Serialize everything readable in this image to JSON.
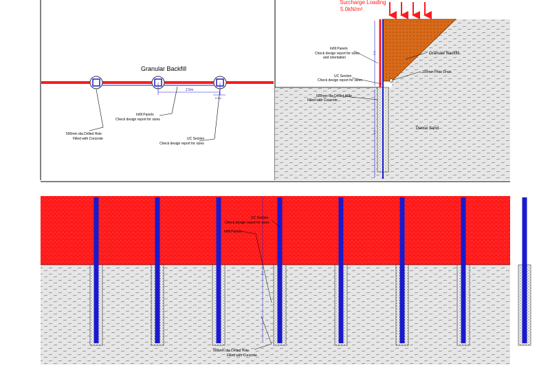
{
  "plan_view": {
    "title": "Granular Backfill",
    "spacing_dim": "2.5m",
    "dim_small": "0.5m",
    "labels": {
      "drilled_hole": [
        "500mm dia Drilled Hole",
        "Filled with Concrete"
      ],
      "infill": [
        "Infill Panels",
        "Check design report for sizes"
      ],
      "uc": [
        "UC Section",
        "Check design report for sizes"
      ]
    }
  },
  "section_view": {
    "surcharge": [
      "Surcharge Loading",
      "5.0kN/m²"
    ],
    "infill": [
      "Infill Panels",
      "Check design report for sizes",
      "and orientation"
    ],
    "uc": [
      "UC Section",
      "Check design report for sizes"
    ],
    "hole": [
      "500mm dia Drilled Hole",
      "Filled with Concrete"
    ],
    "granular_backfill": "Granular Backfill",
    "filter_drain": "100mm Filter Drain",
    "dense_sand": "Dense Sand",
    "height_dim": "2.0",
    "embed_dim": "2.0"
  },
  "elevation_view": {
    "uc": [
      "UC Section",
      "Check design report for sizes"
    ],
    "infill": "Infill Panels",
    "hole": [
      "500mm dia Drilled Hole",
      "Filled with Concrete"
    ],
    "height_dim": "2.0",
    "post_count": 8
  },
  "colors": {
    "retained": "#ff1a1a",
    "steel": "#1a1acc",
    "backfill": "#d86a1a",
    "soil_bg": "#e6e6e6",
    "hatch": "#555555",
    "dim": "#2222cc",
    "surcharge": "#ff1a1a"
  }
}
